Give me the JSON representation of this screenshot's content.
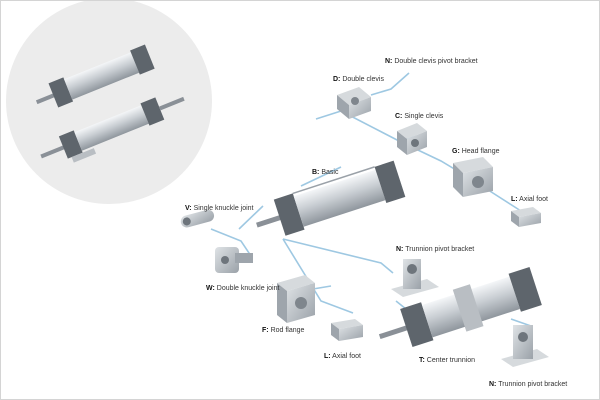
{
  "labels": {
    "n_top": {
      "code": "N:",
      "text": "Double clevis pivot bracket"
    },
    "d": {
      "code": "D:",
      "text": "Double clevis"
    },
    "c": {
      "code": "C:",
      "text": "Single clevis"
    },
    "g": {
      "code": "G:",
      "text": "Head flange"
    },
    "b": {
      "code": "B:",
      "text": "Basic"
    },
    "l_right": {
      "code": "L:",
      "text": "Axial foot"
    },
    "v": {
      "code": "V:",
      "text": "Single knuckle joint"
    },
    "w": {
      "code": "W:",
      "text": "Double knuckle joint"
    },
    "n_mid": {
      "code": "N:",
      "text": "Trunnion pivot bracket"
    },
    "f": {
      "code": "F:",
      "text": "Rod flange"
    },
    "l_bottom": {
      "code": "L:",
      "text": "Axial foot"
    },
    "t": {
      "code": "T:",
      "text": "Center trunnion"
    },
    "n_bottom": {
      "code": "N:",
      "text": "Trunnion pivot bracket"
    }
  },
  "colors": {
    "connector": "#9ec8e2",
    "metal": "#b9bec3",
    "dark_metal": "#5e656c",
    "inset_circle": "#ececec"
  }
}
